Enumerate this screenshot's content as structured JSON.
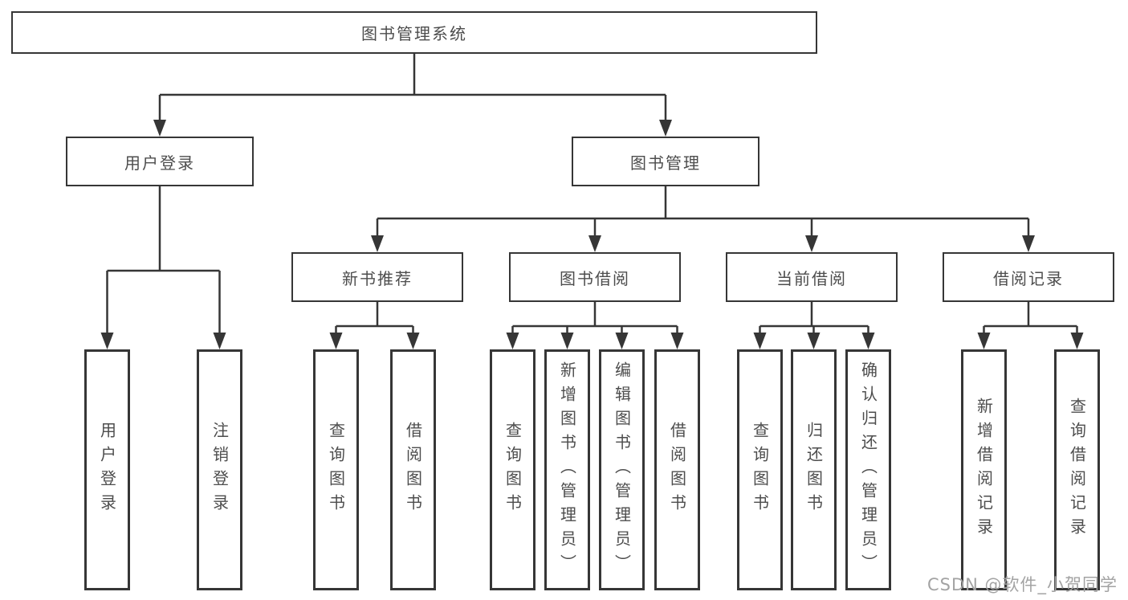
{
  "tree": {
    "root": {
      "label": "图书管理系统"
    },
    "user_branch": {
      "label": "用户登录",
      "children": [
        {
          "label": "用户登录"
        },
        {
          "label": "注销登录"
        }
      ]
    },
    "book_branch": {
      "label": "图书管理",
      "groups": [
        {
          "label": "新书推荐",
          "children": [
            {
              "label": "查询图书"
            },
            {
              "label": "借阅图书"
            }
          ]
        },
        {
          "label": "图书借阅",
          "children": [
            {
              "label": "查询图书"
            },
            {
              "label": "新增图书（管理员）"
            },
            {
              "label": "编辑图书（管理员）"
            },
            {
              "label": "借阅图书"
            }
          ]
        },
        {
          "label": "当前借阅",
          "children": [
            {
              "label": "查询图书"
            },
            {
              "label": "归还图书"
            },
            {
              "label": "确认归还（管理员）"
            }
          ]
        },
        {
          "label": "借阅记录",
          "children": [
            {
              "label": "新增借阅记录"
            },
            {
              "label": "查询借阅记录"
            }
          ]
        }
      ]
    }
  },
  "watermark": {
    "text": "CSDN @软件_小贺同学"
  },
  "colors": {
    "line": "#363636",
    "text": "#4d4d4d",
    "background": "#ffffff",
    "watermark": "#a3a3a3"
  }
}
